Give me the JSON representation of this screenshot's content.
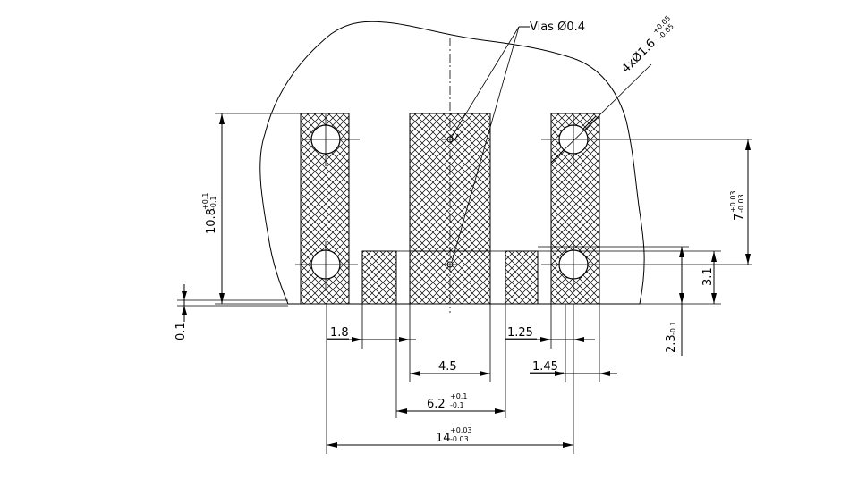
{
  "labels": {
    "vias": "Vias Ø0.4",
    "holes_main": "4xØ1.6",
    "holes_tol_plus": "+0.05",
    "holes_tol_minus": "-0.05"
  },
  "dimensions": {
    "height_total": {
      "main": "10.8",
      "plus": "+0.1",
      "minus": "-0.1"
    },
    "hole_spacing": {
      "main": "7",
      "plus": "+0.03",
      "minus": "-0.03"
    },
    "pad_height": {
      "main": "3.1"
    },
    "lower_offset": {
      "main": "2.3",
      "minus": "-0.1"
    },
    "gap_left": {
      "main": "0.1"
    },
    "d18": {
      "main": "1.8"
    },
    "d125": {
      "main": "1.25"
    },
    "d45": {
      "main": "4.5"
    },
    "d145": {
      "main": "1.45"
    },
    "d62": {
      "main": "6.2",
      "plus": "+0.1",
      "minus": "-0.1"
    },
    "d14": {
      "main": "14",
      "plus": "+0.03",
      "minus": "-0.03"
    }
  }
}
